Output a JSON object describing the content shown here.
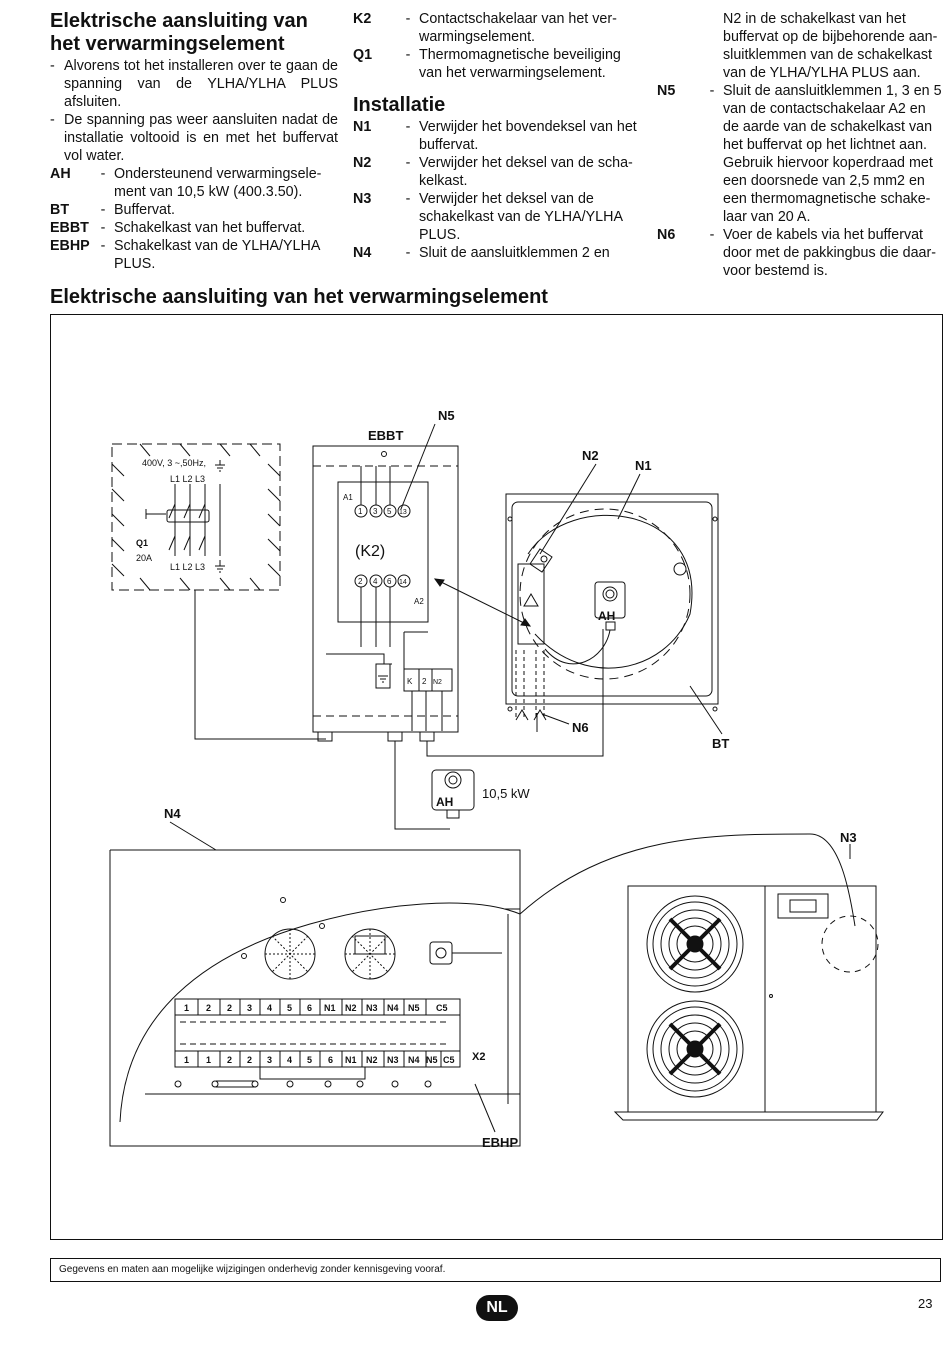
{
  "col1": {
    "title": "Elektrische aansluiting van het verwarmingselement",
    "bullets": [
      "Alvorens tot het installeren over te gaan de spanning van de YLHA/YLHA PLUS afsluiten.",
      "De spanning pas weer aansluiten nadat de installatie voltooid is en met het buffervat vol water."
    ],
    "defs": [
      {
        "key": "AH",
        "val": "Ondersteunend verwarmingsele-ment van 10,5 kW (400.3.50)."
      },
      {
        "key": "BT",
        "val": "Buffervat."
      },
      {
        "key": "EBBT",
        "val": "Schakelkast van het buffervat."
      },
      {
        "key": "EBHP",
        "val": "Schakelkast van de YLHA/YLHA PLUS."
      }
    ]
  },
  "col2": {
    "defs": [
      {
        "key": "K2",
        "val": "Contactschakelaar van het ver-warmingselement."
      },
      {
        "key": "Q1",
        "val": "Thermomagnetische beveiliging van het verwarmingselement."
      }
    ],
    "title": "Installatie",
    "steps": [
      {
        "key": "N1",
        "val": "Verwijder het bovendeksel van het buffervat."
      },
      {
        "key": "N2",
        "val": "Verwijder het deksel van de scha-kelkast."
      },
      {
        "key": "N3",
        "val": "Verwijder het deksel van de schakelkast van de YLHA/YLHA PLUS."
      },
      {
        "key": "N4",
        "val": "Sluit de aansluitklemmen 2 en"
      }
    ]
  },
  "col3": {
    "continuation": "N2 in de schakelkast van het buffervat op de bijbehorende aan-sluitklemmen van de schakelkast van de YLHA/YLHA PLUS aan.",
    "steps": [
      {
        "key": "N5",
        "val": "Sluit de aansluitklemmen 1, 3 en 5 van de contactschakelaar A2 en de aarde van de schakelkast van het buffervat op het lichtnet aan. Gebruik hiervoor koperdraad met een doorsnede van 2,5 mm2 en een thermomagnetische schake-laar van 20 A."
      },
      {
        "key": "N6",
        "val": "Voer de kabels via het buffervat door met de pakkingbus die daar-voor bestemd is."
      }
    ]
  },
  "dash": "-",
  "diagram": {
    "title": "Elektrische aansluiting van het verwarmingselement",
    "supply": "400V, 3 ~,50Hz,",
    "l_top": "L1 L2 L3",
    "l_bottom": "L1 L2 L3",
    "q1": "Q1",
    "q1_rating": "20A",
    "ebbt": "EBBT",
    "k2": "(K2)",
    "a1": "A1",
    "a2": "A2",
    "contacts_top": [
      "1",
      "3",
      "5",
      "13"
    ],
    "contacts_bottom": [
      "2",
      "4",
      "6",
      "14"
    ],
    "term_k": "K",
    "term_2": "2",
    "term_n2": "N2",
    "n1": "N1",
    "n2": "N2",
    "n3": "N3",
    "n4": "N4",
    "n5": "N5",
    "n6": "N6",
    "bt": "BT",
    "ah": "AH",
    "ah2": "AH",
    "power": "10,5 kW",
    "terminals": [
      "1",
      "2",
      "2",
      "3",
      "4",
      "5",
      "6",
      "N1",
      "N2",
      "N3",
      "N4",
      "N5",
      "C5"
    ],
    "terminals_bottom": [
      "1",
      "1",
      "2",
      "2",
      "3",
      "4",
      "5",
      "6",
      "N1",
      "N2",
      "N3",
      "N4",
      "N5",
      "C5"
    ],
    "x2": "X2",
    "ebhp": "EBHP"
  },
  "footer": "Gegevens en maten aan mogelijke wijzigingen onderhevig zonder kennisgeving vooraf.",
  "badge": "NL",
  "page_number": "23"
}
